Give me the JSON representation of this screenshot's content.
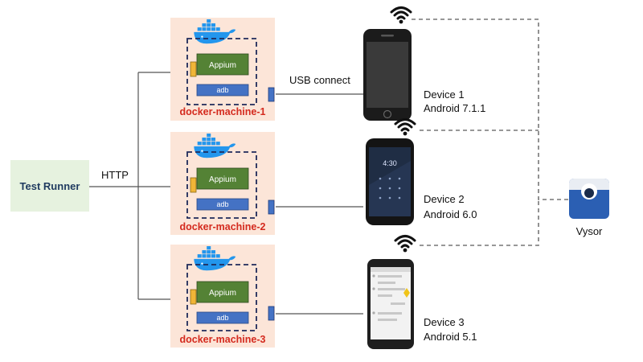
{
  "test_runner": {
    "label": "Test Runner"
  },
  "http_label": "HTTP",
  "usb_label": "USB connect",
  "machines": [
    {
      "name": "docker-machine-1",
      "appium": "Appium",
      "adb": "adb"
    },
    {
      "name": "docker-machine-2",
      "appium": "Appium",
      "adb": "adb"
    },
    {
      "name": "docker-machine-3",
      "appium": "Appium",
      "adb": "adb"
    }
  ],
  "devices": [
    {
      "name": "Device 1",
      "os": "Android 7.1.1"
    },
    {
      "name": "Device 2",
      "os": "Android 6.0",
      "screen_time": "4:30"
    },
    {
      "name": "Device 3",
      "os": "Android 5.1"
    }
  ],
  "vysor": {
    "label": "Vysor"
  },
  "colors": {
    "runner_bg": "#e6f2df",
    "machine_bg": "#fce5d8",
    "appium": "#548235",
    "adb": "#4472c4",
    "machine_label": "#d42a1e",
    "docker": "#2396ed",
    "vysor": "#2b5fb3"
  }
}
